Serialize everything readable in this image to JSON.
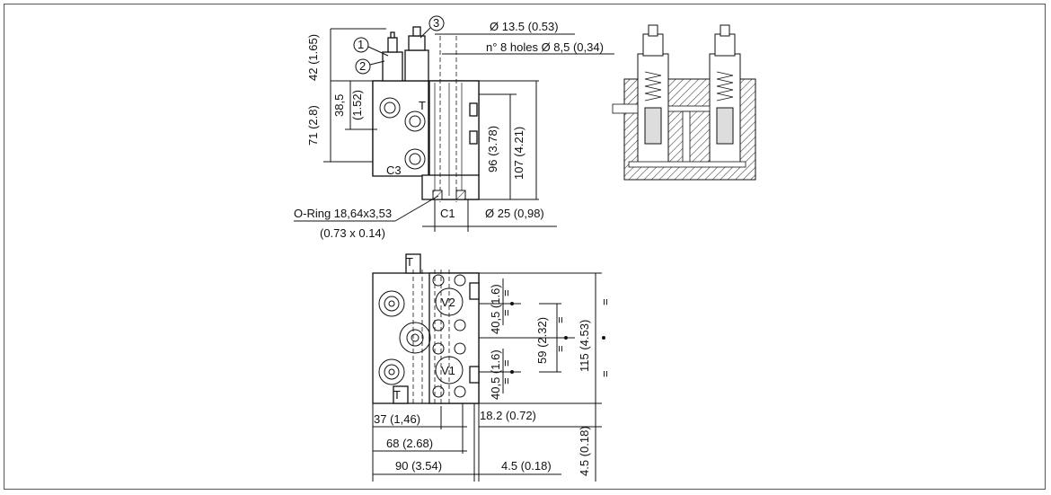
{
  "callouts": [
    "1",
    "2",
    "3"
  ],
  "top_view": {
    "dim_hole_dia": "Ø 13.5 (0.53)",
    "dim_holes": "n° 8 holes Ø 8,5 (0,34)",
    "dim_height_top": "42 (1.65)",
    "dim_38": "38,5",
    "dim_38_in": "(1.52)",
    "dim_71": "71 (2.8)",
    "dim_96": "96 (3.78)",
    "dim_107": "107 (4.21)",
    "port_t": "T",
    "port_c3": "C3",
    "port_c1": "C1",
    "oring": "O-Ring 18,64x3,53",
    "oring_in": "(0.73 x 0.14)",
    "dim_25": "Ø 25 (0,98)"
  },
  "bottom_view": {
    "port_t_top": "T",
    "port_t_bottom": "T",
    "port_v1": "V1",
    "port_v2": "V2",
    "dim_40_a": "40,5 (1.6)",
    "dim_40_b": "40,5 (1.6)",
    "dim_59": "59 (2.32)",
    "dim_115": "115 (4.53)",
    "equal_sign": "=",
    "dim_37": "37 (1,46)",
    "dim_18": "18.2 (0.72)",
    "dim_68": "68 (2.68)",
    "dim_90": "90 (3.54)",
    "dim_45_h": "4.5 (0.18)",
    "dim_45_v": "4.5 (0.18)"
  }
}
